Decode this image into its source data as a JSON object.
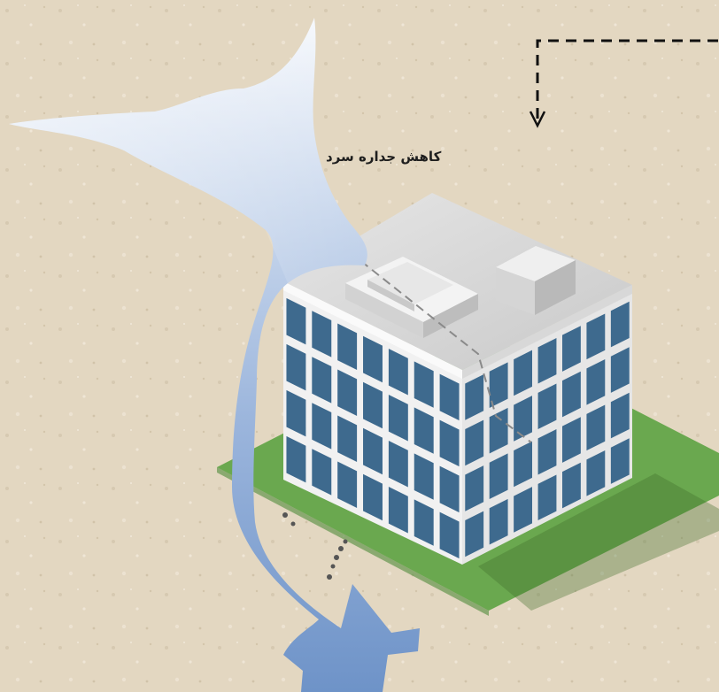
{
  "diagram": {
    "label": "کاهش جداره سرد",
    "colors": {
      "background": "#e3d7c1",
      "cold_air_light": "#eef3fa",
      "cold_air_dark": "#6e93c8",
      "lawn": "#6aa84f",
      "roof": "#d9d9d9",
      "glass": "#3e6a8e",
      "frame": "#f1f1f1"
    },
    "icons": {
      "cold_air": "cold-air-flow-arrow",
      "path": "dashed-path-arrow",
      "building": "office-building"
    }
  }
}
